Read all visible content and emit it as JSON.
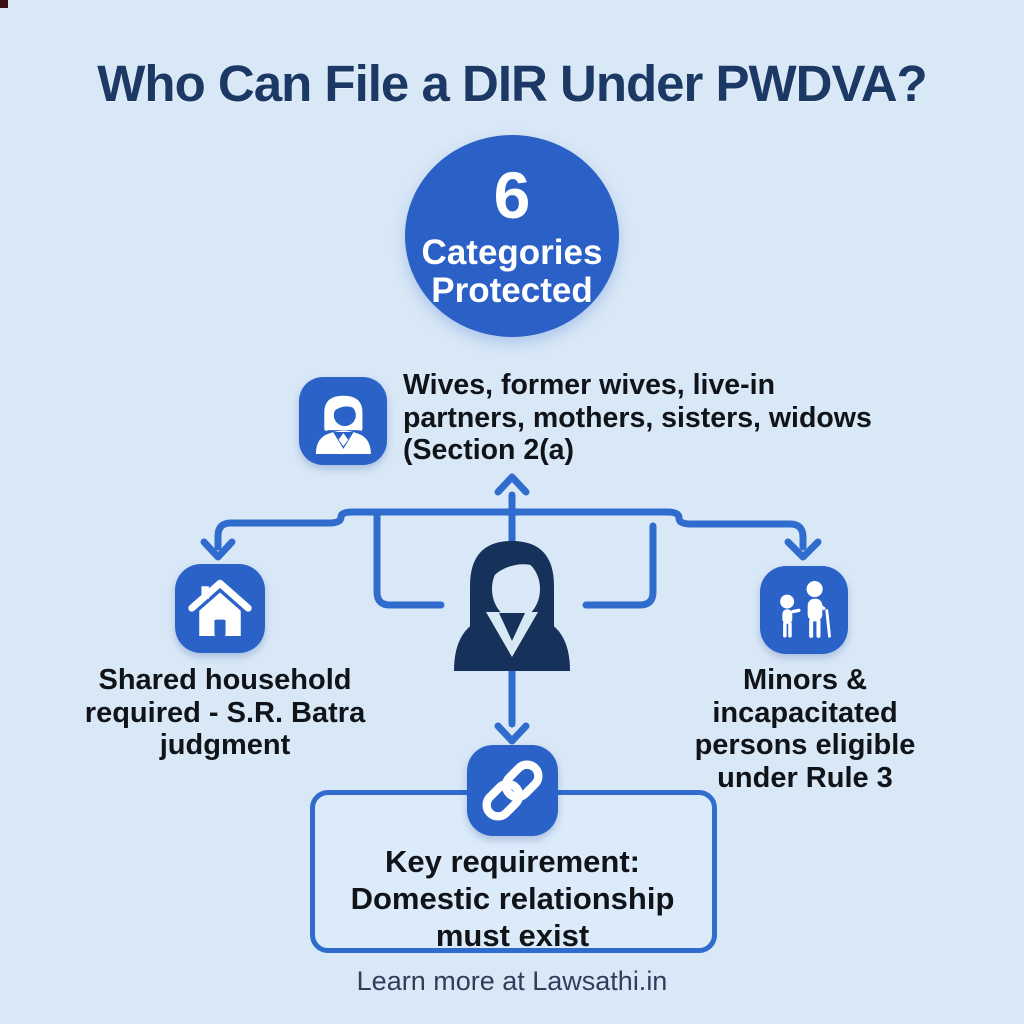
{
  "colors": {
    "background": "#d9e8f7",
    "title_navy": "#1c3965",
    "badge_blue": "#2b60c6",
    "icon_blue": "#2b62c8",
    "line_blue": "#2f6ccd",
    "figure_navy": "#16325a",
    "body_text": "#101318",
    "box_fill": "#dcebfa",
    "footer_text": "#2f3e5a"
  },
  "title": "Who Can File a DIR Under PWDVA?",
  "badge": {
    "number": "6",
    "label": "Categories\nProtected"
  },
  "category": {
    "icon": "woman-icon",
    "text": "Wives, former wives, live-in\npartners, mothers, sisters, widows\n(Section 2(a)"
  },
  "left_branch": {
    "icon": "house-icon",
    "text": "Shared household\nrequired - S.R. Batra\njudgment"
  },
  "right_branch": {
    "icon": "minors-elderly-icon",
    "text": "Minors & incapacitated\npersons eligible\nunder Rule 3"
  },
  "requirement": {
    "icon": "link-icon",
    "text": "Key requirement:\nDomestic relationship\nmust exist"
  },
  "footer": "Learn more at Lawsathi.in"
}
